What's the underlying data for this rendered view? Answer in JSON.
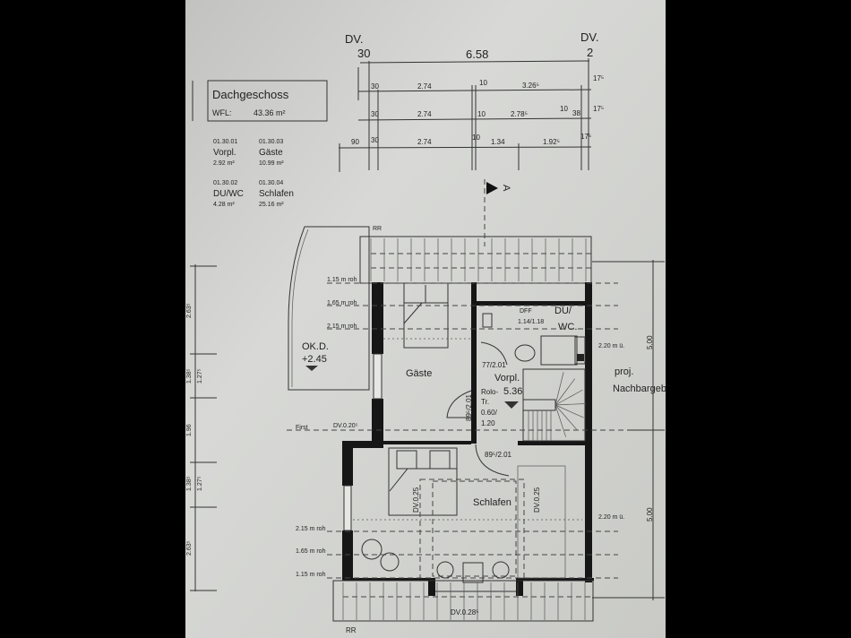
{
  "title_block": {
    "title": "Dachgeschoss",
    "wfl_label": "WFL:",
    "wfl_value": "43.36 m²"
  },
  "rooms": [
    {
      "id": "01.30.01",
      "name": "Vorpl.",
      "area": "2.92 m²"
    },
    {
      "id": "01.30.03",
      "name": "Gäste",
      "area": "10.99 m²"
    },
    {
      "id": "01.30.02",
      "name": "DU/WC",
      "area": "4.28 m²"
    },
    {
      "id": "01.30.04",
      "name": "Schlafen",
      "area": "25.16 m²"
    }
  ],
  "dims_top": {
    "dv_left": "DV.",
    "dv_left_val": "30",
    "total": "6.58",
    "dv_right": "DV.",
    "dv_right_val": "2",
    "row1": [
      "30",
      "2.74",
      "10",
      "3.26⁵",
      "17⁵"
    ],
    "row2": [
      "30",
      "2.74",
      "10",
      "2.78⁵",
      "10",
      "38",
      "17⁵"
    ],
    "row3": [
      "90",
      "30",
      "2.74",
      "10",
      "1.34",
      "1.92⁵",
      "17⁵"
    ]
  },
  "dims_left": [
    "2.63⁵",
    "1.38⁵",
    "1.27⁵",
    "1.96",
    "1.38⁵",
    "1.27⁵",
    "2.63⁵"
  ],
  "dims_right": [
    "5.00",
    "5.00"
  ],
  "section_marker": "A",
  "labels": {
    "rr_top": "RR",
    "rr_bottom": "RR",
    "roh_115": "1.15 m roh",
    "roh_165": "1.65 m roh",
    "roh_215": "2.15 m roh",
    "okd": "OK.D.",
    "okd_val": "+2.45",
    "gaeste": "Gäste",
    "dff": "DFF",
    "dff_size": "1.14/1.18",
    "du": "DU/",
    "wc": "WC.",
    "door_bath": "77/2.01",
    "vorpl": "Vorpl.",
    "rolo1": "Rolo-",
    "rolo2": "Tr.",
    "rolo3": "0.60/",
    "rolo4": "1.20",
    "level": "5.36",
    "door_gaeste": "89⁵/2.01",
    "first": "First",
    "dv_020": "DV.0.20⁵",
    "hu_top": "2.20 m ü.",
    "proj": "proj.",
    "nachbar": "Nachbargeb",
    "door_schlafen": "89⁵/2.01",
    "dv_025_left": "DV.0.25",
    "schlafen": "Schlafen",
    "dv_025_right": "DV.0.25",
    "hu_bottom": "2.20 m ü.",
    "dv_028": "DV.0.28⁵"
  },
  "colors": {
    "paper": "#cfd0cc",
    "background": "#000000",
    "ink": "#1a1a1a"
  }
}
